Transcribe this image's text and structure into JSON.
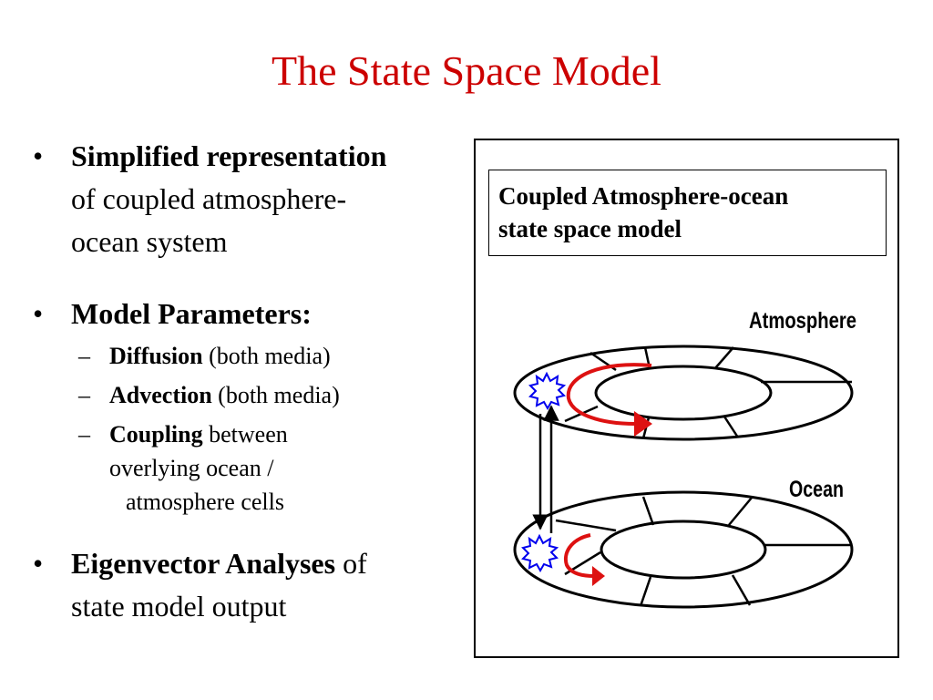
{
  "slide": {
    "title": "The State Space Model"
  },
  "bullets": [
    {
      "bold": "Simplified representation",
      "rest_line1": "of coupled atmosphere-",
      "rest_line2": "ocean system"
    },
    {
      "bold": "Model Parameters:"
    },
    {
      "bold": "Eigenvector Analyses",
      "rest": " of",
      "rest_line2": "state model output"
    }
  ],
  "sub_bullets": [
    {
      "bold": "Diffusion",
      "rest": " (both media)"
    },
    {
      "bold": "Advection",
      "rest": " (both media)"
    },
    {
      "bold": "Coupling",
      "rest": " between",
      "line2": "overlying ocean / ",
      "line3": "atmosphere cells"
    }
  ],
  "diagram": {
    "caption_line1": "Coupled Atmosphere-ocean",
    "caption_line2": "state space model",
    "atmosphere_label": "Atmosphere",
    "ocean_label": "Ocean",
    "colors": {
      "arrow": "#dd1111",
      "burst": "#0000ee",
      "title": "#cc0000"
    }
  }
}
